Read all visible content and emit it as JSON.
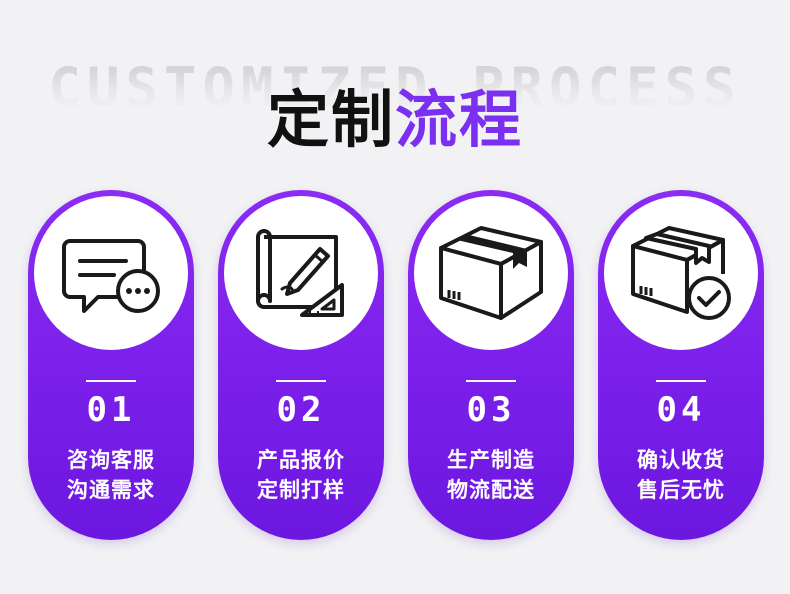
{
  "header": {
    "background_text": "CUSTOMIZED PROCESS",
    "title_dark": "定制",
    "title_accent": "流程"
  },
  "colors": {
    "accent": "#7b2ff0",
    "card_gradient_top": "#8a2cf2",
    "card_gradient_bottom": "#6c17e0",
    "background": "#f2f2f4",
    "title_dark": "#111111"
  },
  "steps": [
    {
      "number": "01",
      "line1": "咨询客服",
      "line2": "沟通需求",
      "icon": "chat-bubble-icon"
    },
    {
      "number": "02",
      "line1": "产品报价",
      "line2": "定制打样",
      "icon": "blueprint-pencil-icon"
    },
    {
      "number": "03",
      "line1": "生产制造",
      "line2": "物流配送",
      "icon": "shipping-box-icon"
    },
    {
      "number": "04",
      "line1": "确认收货",
      "line2": "售后无忧",
      "icon": "box-check-icon"
    }
  ]
}
